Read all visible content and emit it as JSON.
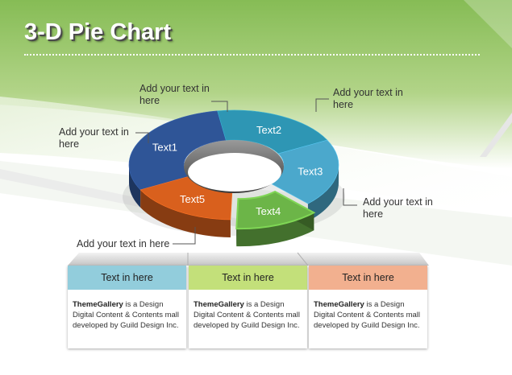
{
  "title": "3-D Pie Chart",
  "colors": {
    "text1": "#2f5597",
    "text2": "#2e96b4",
    "text3": "#4ba8cc",
    "text4": "#6cb548",
    "text5": "#d9601d",
    "accent_green": "#8cc06a"
  },
  "chart_data": {
    "type": "pie",
    "categories": [
      "Text1",
      "Text2",
      "Text3",
      "Text4",
      "Text5"
    ],
    "values": [
      30,
      20,
      20,
      13,
      17
    ],
    "exploded": "Text4"
  },
  "callouts": {
    "top": "Add your text in here",
    "left": "Add your text in here",
    "top_right": "Add your text in here",
    "right": "Add your text in here",
    "bottom": "Add your text in here"
  },
  "boxes": [
    {
      "heading": "Text  in here",
      "color": "#92cddc",
      "brand": "ThemeGallery",
      "body_rest": " is a Design Digital Content & Contents mall developed by Guild Design Inc."
    },
    {
      "heading": "Text  in here",
      "color": "#c3e07a",
      "brand": "ThemeGallery",
      "body_rest": " is a Design Digital Content & Contents mall developed by Guild Design Inc."
    },
    {
      "heading": "Text  in here",
      "color": "#f2b08f",
      "brand": "ThemeGallery",
      "body_rest": " is a Design Digital Content & Contents mall developed by Guild Design Inc."
    }
  ]
}
